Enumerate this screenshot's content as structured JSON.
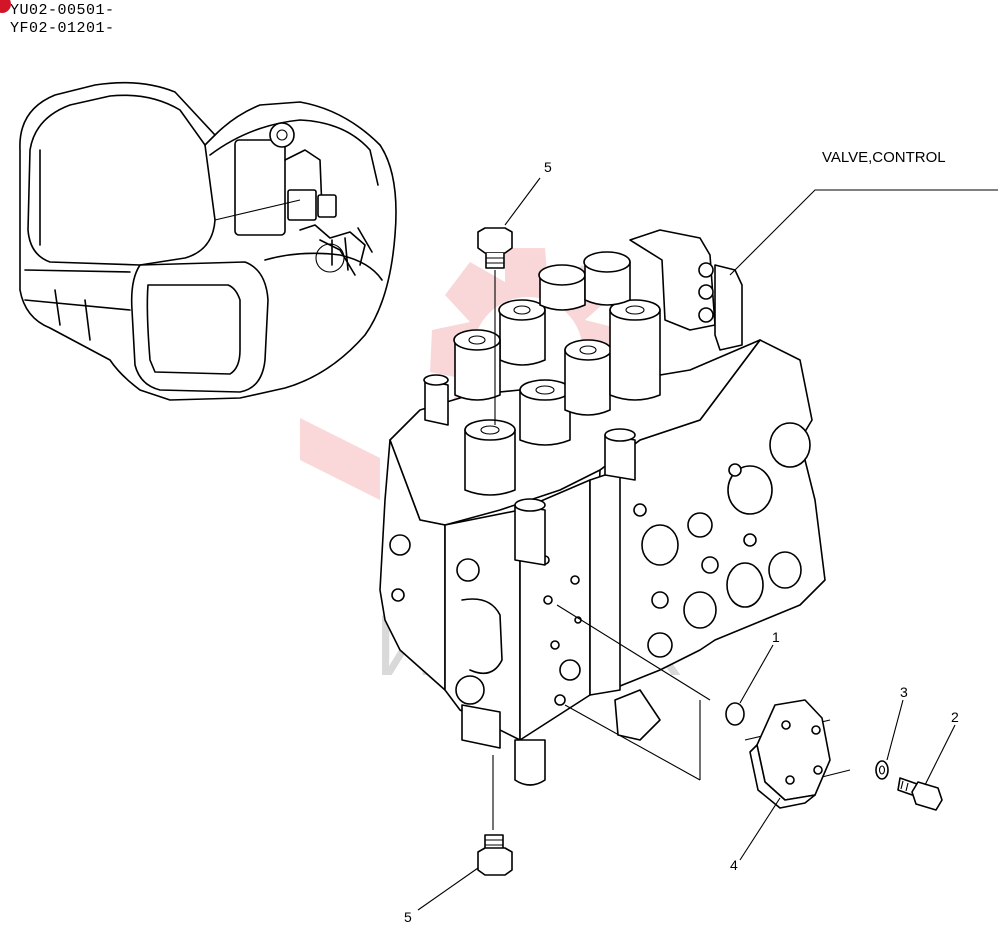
{
  "serials": [
    "YU02-00501-",
    "YF02-01201-"
  ],
  "title_label": "VALVE,CONTROL",
  "watermark": "ИНТЕХ",
  "callouts": [
    {
      "id": "1",
      "text": "1"
    },
    {
      "id": "2",
      "text": "2"
    },
    {
      "id": "3",
      "text": "3"
    },
    {
      "id": "4",
      "text": "4"
    },
    {
      "id": "5a",
      "text": "5"
    },
    {
      "id": "5b",
      "text": "5"
    }
  ],
  "colors": {
    "line": "#000000",
    "watermark": "#e8484f",
    "corner_mark": "#d3152a"
  }
}
